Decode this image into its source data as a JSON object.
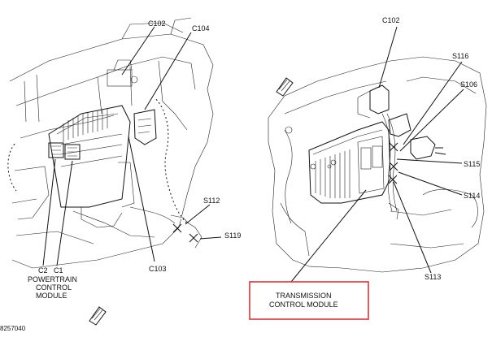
{
  "diagram": {
    "left_panel": {
      "connectors": [
        "C102",
        "C104",
        "C103"
      ],
      "splices": [
        "S112",
        "S119"
      ],
      "module_connectors": [
        "C2",
        "C1"
      ],
      "module_name_lines": [
        "POWERTRAIN",
        "CONTROL",
        "MODULE"
      ]
    },
    "right_panel": {
      "connectors": [
        "C102"
      ],
      "splices": [
        "S116",
        "S106",
        "S115",
        "S114",
        "S113"
      ],
      "module_name_lines": [
        "TRANSMISSION",
        "CONTROL MODULE"
      ]
    },
    "figure_id": "8257040",
    "highlight_color": "#d9363a"
  }
}
